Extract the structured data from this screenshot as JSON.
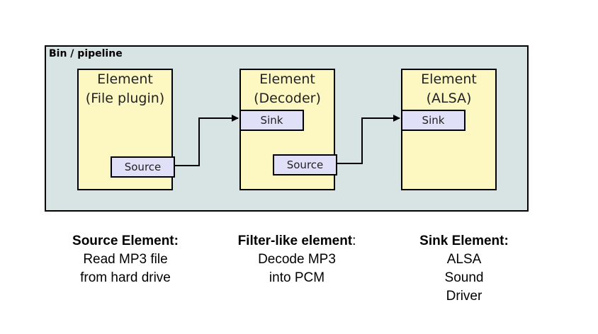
{
  "bin": {
    "label": "Bin / pipeline"
  },
  "elements": [
    {
      "line1": "Element",
      "line2": "(File plugin)",
      "pad_source": "Source"
    },
    {
      "line1": "Element",
      "line2": "(Decoder)",
      "pad_sink": "Sink",
      "pad_source": "Source"
    },
    {
      "line1": "Element",
      "line2": "(ALSA)",
      "pad_sink": "Sink"
    }
  ],
  "captions": [
    {
      "heading": "Source Element:",
      "lines": [
        "Read MP3 file",
        "from hard drive"
      ]
    },
    {
      "heading": "Filter-like element",
      "heading_suffix": ":",
      "lines": [
        "Decode MP3",
        "into PCM"
      ]
    },
    {
      "heading": "Sink Element:",
      "lines": [
        "ALSA",
        "Sound",
        "Driver"
      ]
    }
  ],
  "colors": {
    "bin": "#d8e3e3",
    "element": "#fdf8c2",
    "pad": "#e0e0f8",
    "border": "#000000"
  }
}
